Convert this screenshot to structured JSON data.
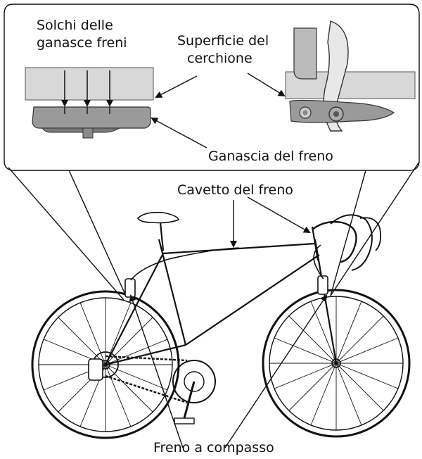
{
  "labels": {
    "solchi_line1": "Solchi delle",
    "solchi_line2": "ganasce freni",
    "superficie_line1": "Superficie del",
    "superficie_line2": "cerchione",
    "ganascia": "Ganascia del freno",
    "cavetto": "Cavetto del freno",
    "freno_compasso": "Freno a compasso"
  }
}
